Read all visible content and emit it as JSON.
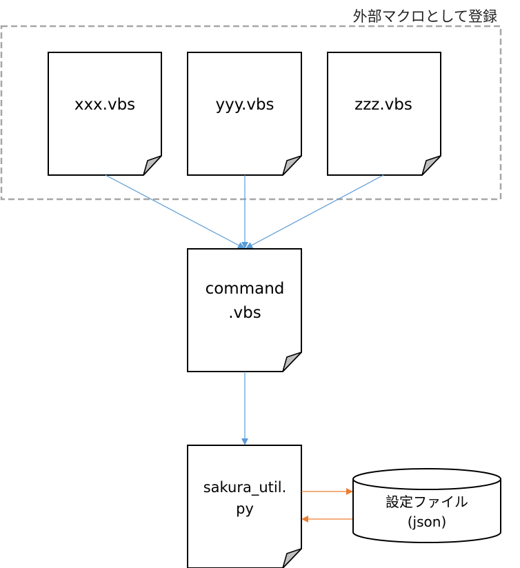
{
  "group": {
    "caption": "外部マクロとして登録"
  },
  "macros": [
    {
      "label": "xxx.vbs"
    },
    {
      "label": "yyy.vbs"
    },
    {
      "label": "zzz.vbs"
    }
  ],
  "command": {
    "line1": "command",
    "line2": ".vbs"
  },
  "util": {
    "line1": "sakura_util.",
    "line2": "py"
  },
  "config": {
    "line1": "設定ファイル",
    "line2": "(json)"
  },
  "colors": {
    "blue_arrow": "#5b9bd5",
    "orange_arrow": "#ed7d31",
    "dashed_border": "#a6a6a6",
    "fold": "#bfbfbf"
  }
}
